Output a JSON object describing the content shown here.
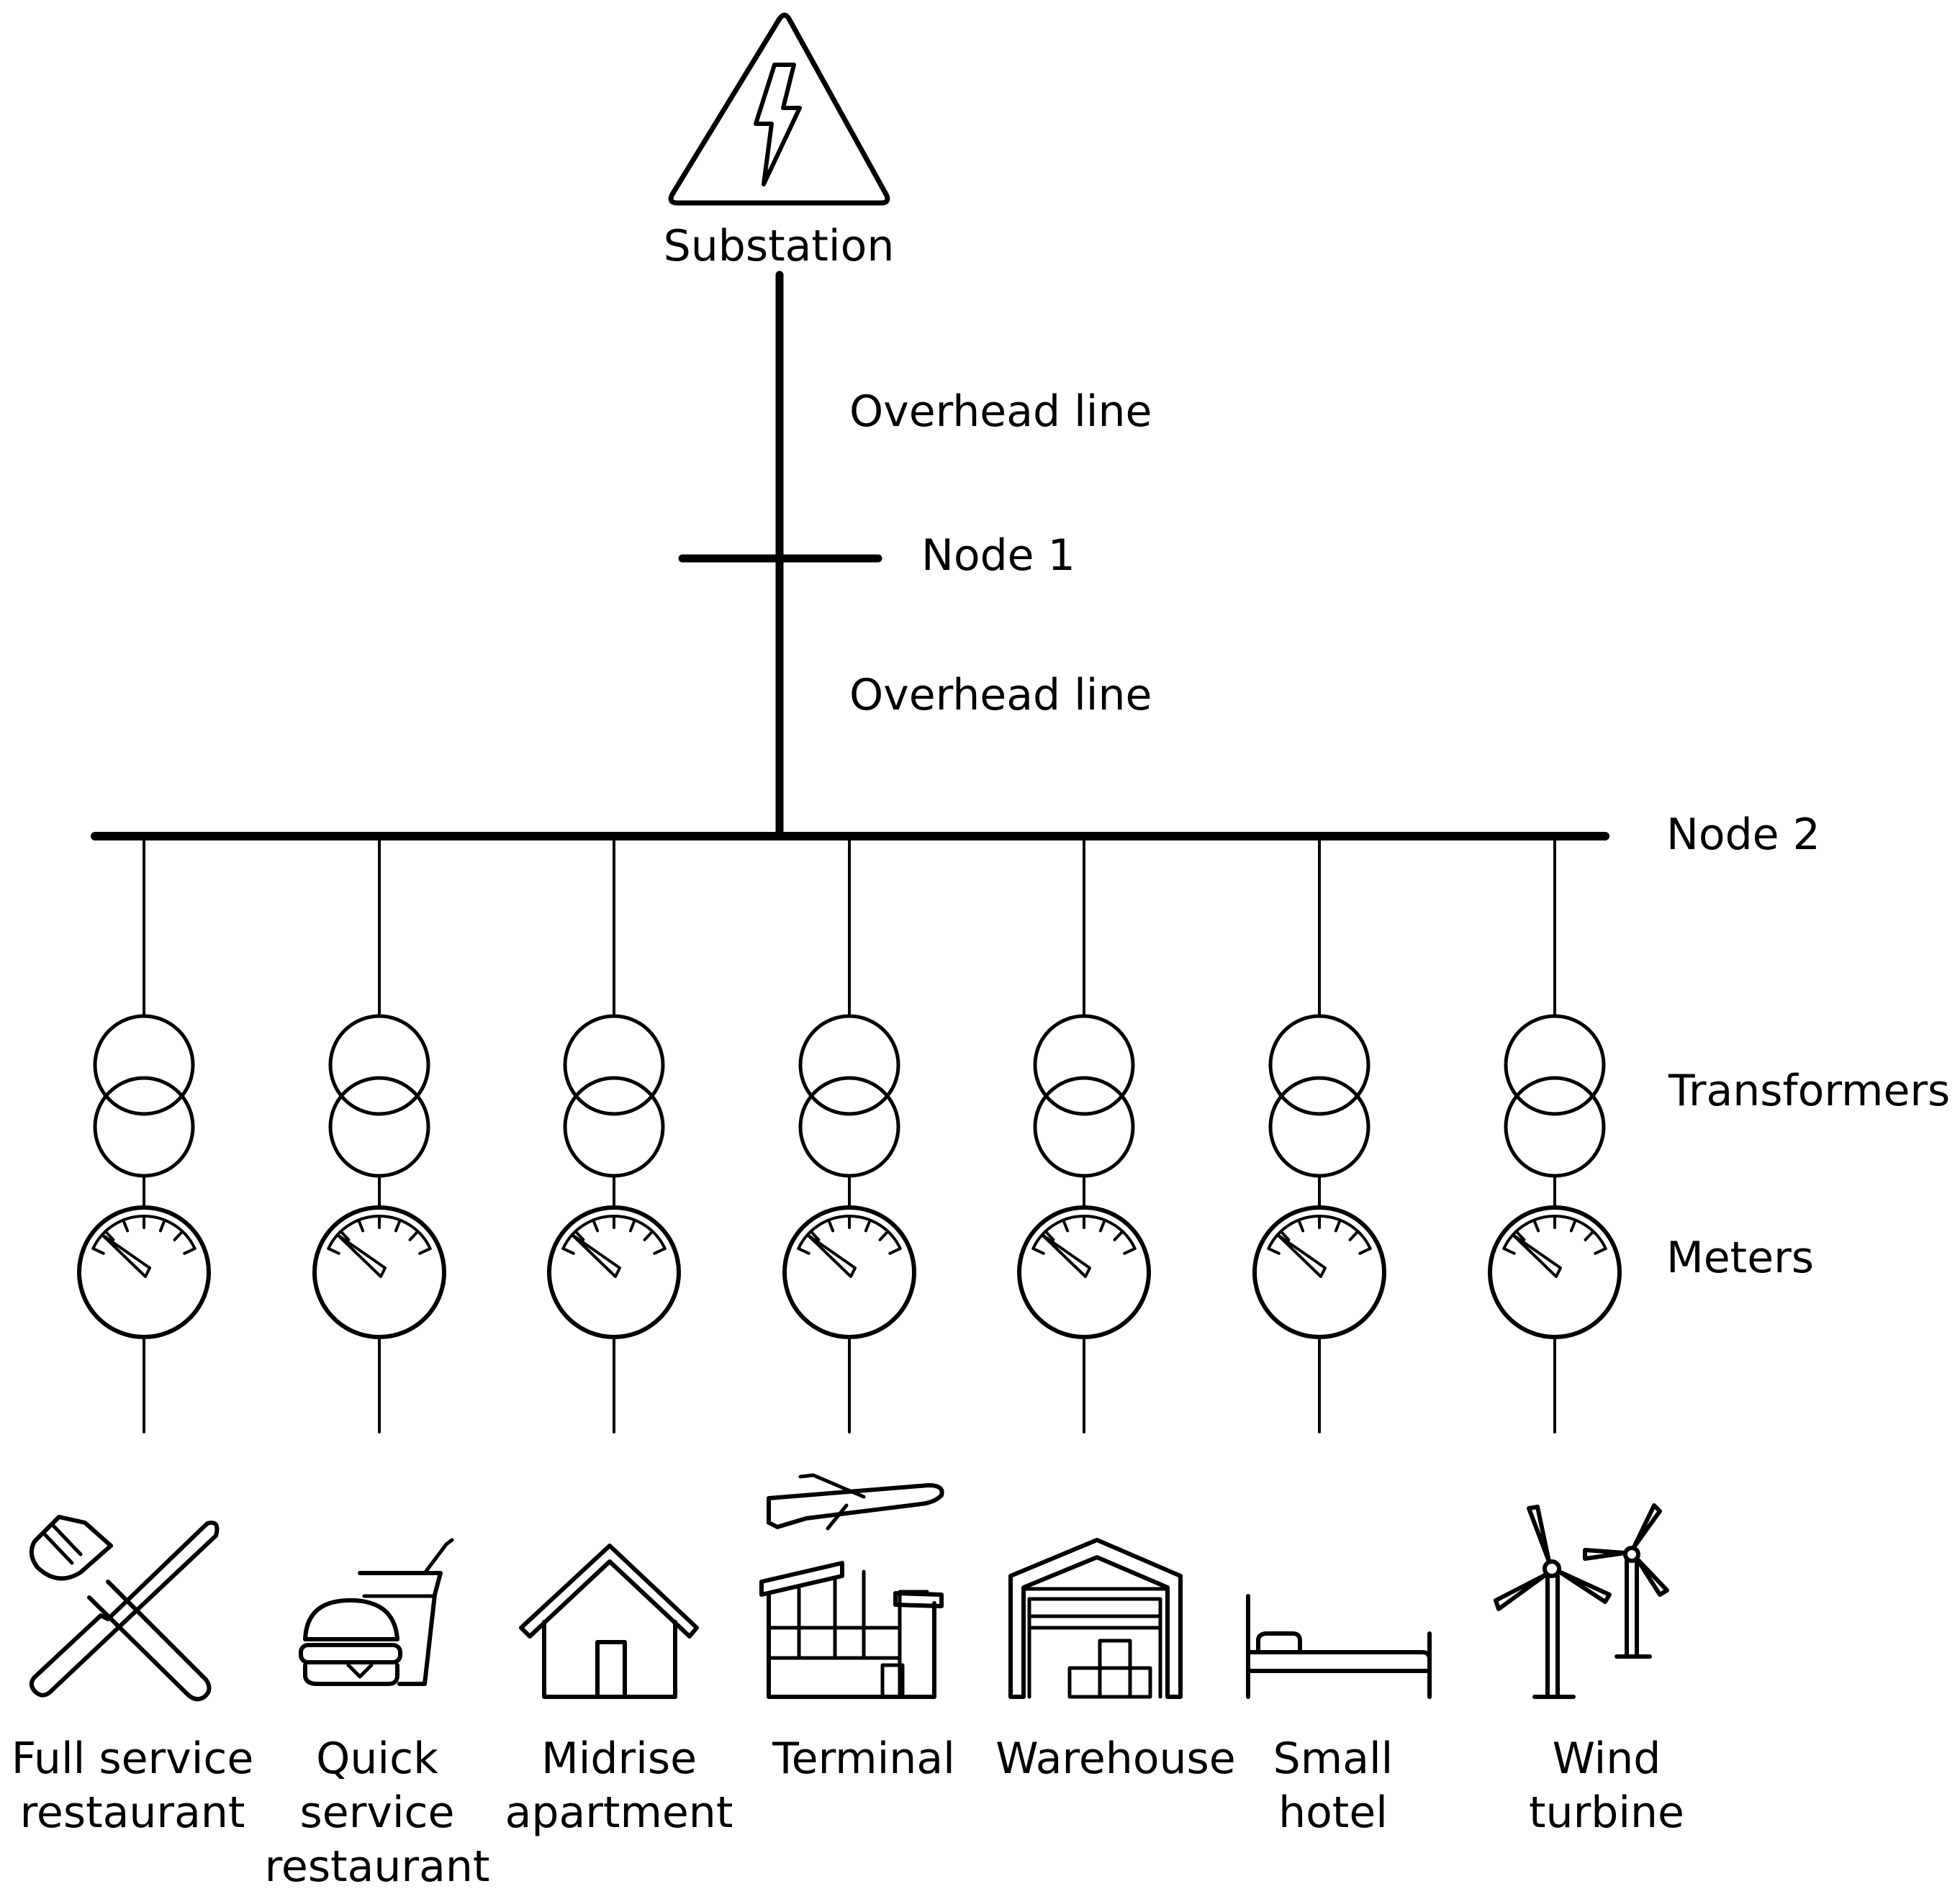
{
  "substation": {
    "label": "Substation",
    "icon": "lightning-bolt-icon"
  },
  "feeder": {
    "upper_line_label": "Overhead line",
    "node1_label": "Node 1",
    "lower_line_label": "Overhead line",
    "node2_label": "Node 2"
  },
  "row_labels": {
    "transformers": "Transformers",
    "meters": "Meters"
  },
  "loads": [
    {
      "id": "full-service-restaurant",
      "icon": "fork-knife-icon",
      "lines": [
        "Full service",
        "restaurant"
      ]
    },
    {
      "id": "quick-service-restaurant",
      "icon": "burger-drink-icon",
      "lines": [
        "Quick",
        "service",
        "restaurant"
      ]
    },
    {
      "id": "midrise-apartment",
      "icon": "house-icon",
      "lines": [
        "Midrise",
        "apartment"
      ]
    },
    {
      "id": "terminal",
      "icon": "airport-terminal-icon",
      "lines": [
        "Terminal"
      ]
    },
    {
      "id": "warehouse",
      "icon": "warehouse-icon",
      "lines": [
        "Warehouse"
      ]
    },
    {
      "id": "small-hotel",
      "icon": "bed-icon",
      "lines": [
        "Small",
        "hotel"
      ]
    },
    {
      "id": "wind-turbine",
      "icon": "wind-turbine-icon",
      "lines": [
        "Wind",
        "turbine"
      ]
    }
  ]
}
